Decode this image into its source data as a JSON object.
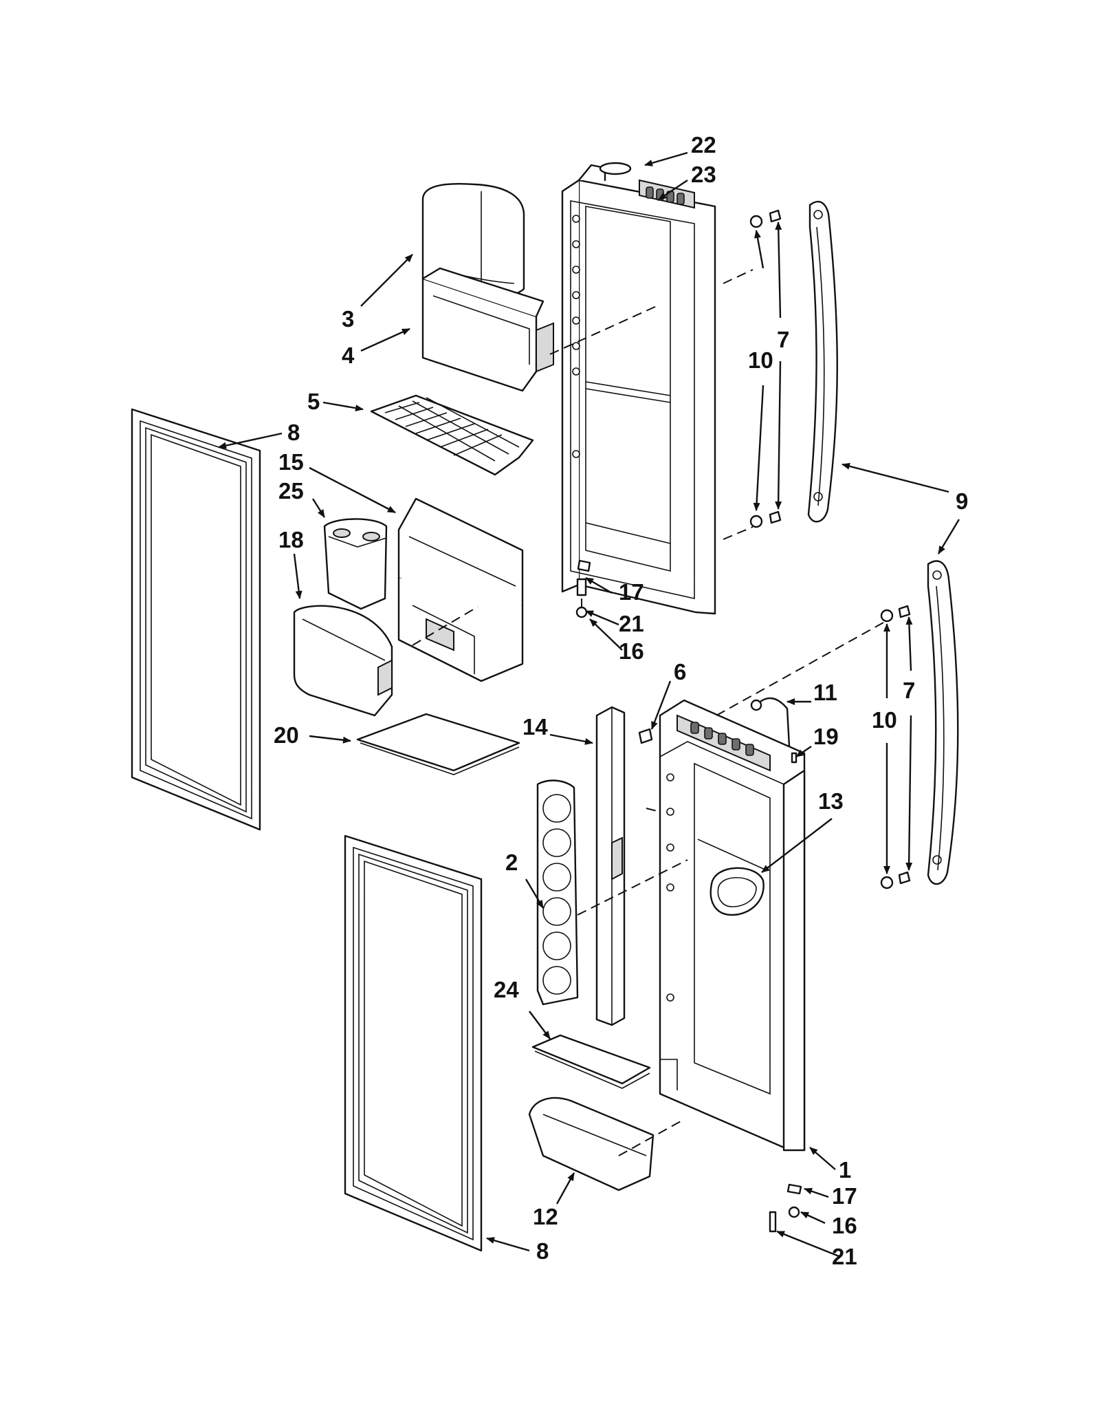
{
  "diagram": {
    "callouts": {
      "c1": "1",
      "c2": "2",
      "c3": "3",
      "c4": "4",
      "c5": "5",
      "c6": "6",
      "c7a": "7",
      "c7b": "7",
      "c8a": "8",
      "c8b": "8",
      "c9": "9",
      "c10a": "10",
      "c10b": "10",
      "c11": "11",
      "c12": "12",
      "c13": "13",
      "c14": "14",
      "c15": "15",
      "c16a": "16",
      "c16b": "16",
      "c17a": "17",
      "c17b": "17",
      "c18": "18",
      "c19": "19",
      "c20": "20",
      "c21a": "21",
      "c21b": "21",
      "c22": "22",
      "c23": "23",
      "c24": "24",
      "c25": "25"
    }
  }
}
